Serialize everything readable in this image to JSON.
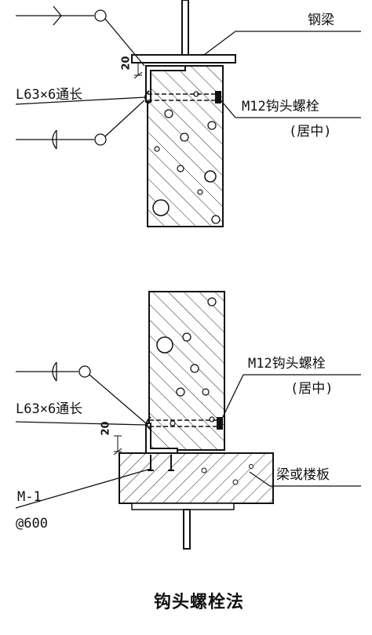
{
  "labels": {
    "steel_beam": "钢梁",
    "angle_top": "L63×6通长",
    "bolt_top": "M12钩头螺栓",
    "centered_top": "(居中)",
    "bolt_bottom": "M12钩头螺栓",
    "centered_bottom": "(居中)",
    "angle_bottom": "L63×6通长",
    "beam_or_slab": "梁或楼板",
    "embed_plate": "M-1",
    "spacing": "@600",
    "dim_top": "20",
    "dim_bottom": "20"
  },
  "title": "钩头螺栓法",
  "colors": {
    "line": "#111111",
    "hatch": "#222222",
    "background": "#ffffff"
  }
}
